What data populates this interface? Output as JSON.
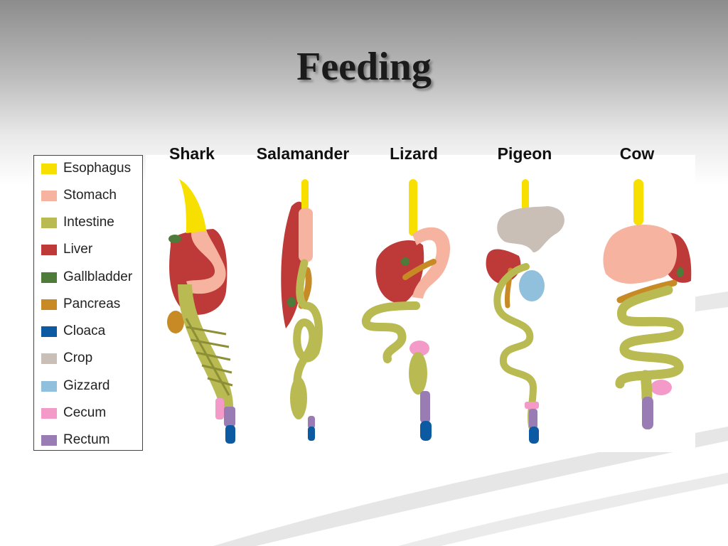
{
  "slide": {
    "title": "Feeding"
  },
  "animals": [
    "Shark",
    "Salamander",
    "Lizard",
    "Pigeon",
    "Cow"
  ],
  "legend": [
    {
      "label": "Esophagus",
      "color": "#f7e000"
    },
    {
      "label": "Stomach",
      "color": "#f6b3a0"
    },
    {
      "label": "Intestine",
      "color": "#b9bb52"
    },
    {
      "label": "Liver",
      "color": "#bd3a39"
    },
    {
      "label": "Gallbladder",
      "color": "#4e7a3a"
    },
    {
      "label": "Pancreas",
      "color": "#c88a24"
    },
    {
      "label": "Cloaca",
      "color": "#0c5aa2"
    },
    {
      "label": "Crop",
      "color": "#c9bfb7"
    },
    {
      "label": "Gizzard",
      "color": "#90c0dc"
    },
    {
      "label": "Cecum",
      "color": "#f39ac8"
    },
    {
      "label": "Rectum",
      "color": "#9a7cb4"
    }
  ]
}
